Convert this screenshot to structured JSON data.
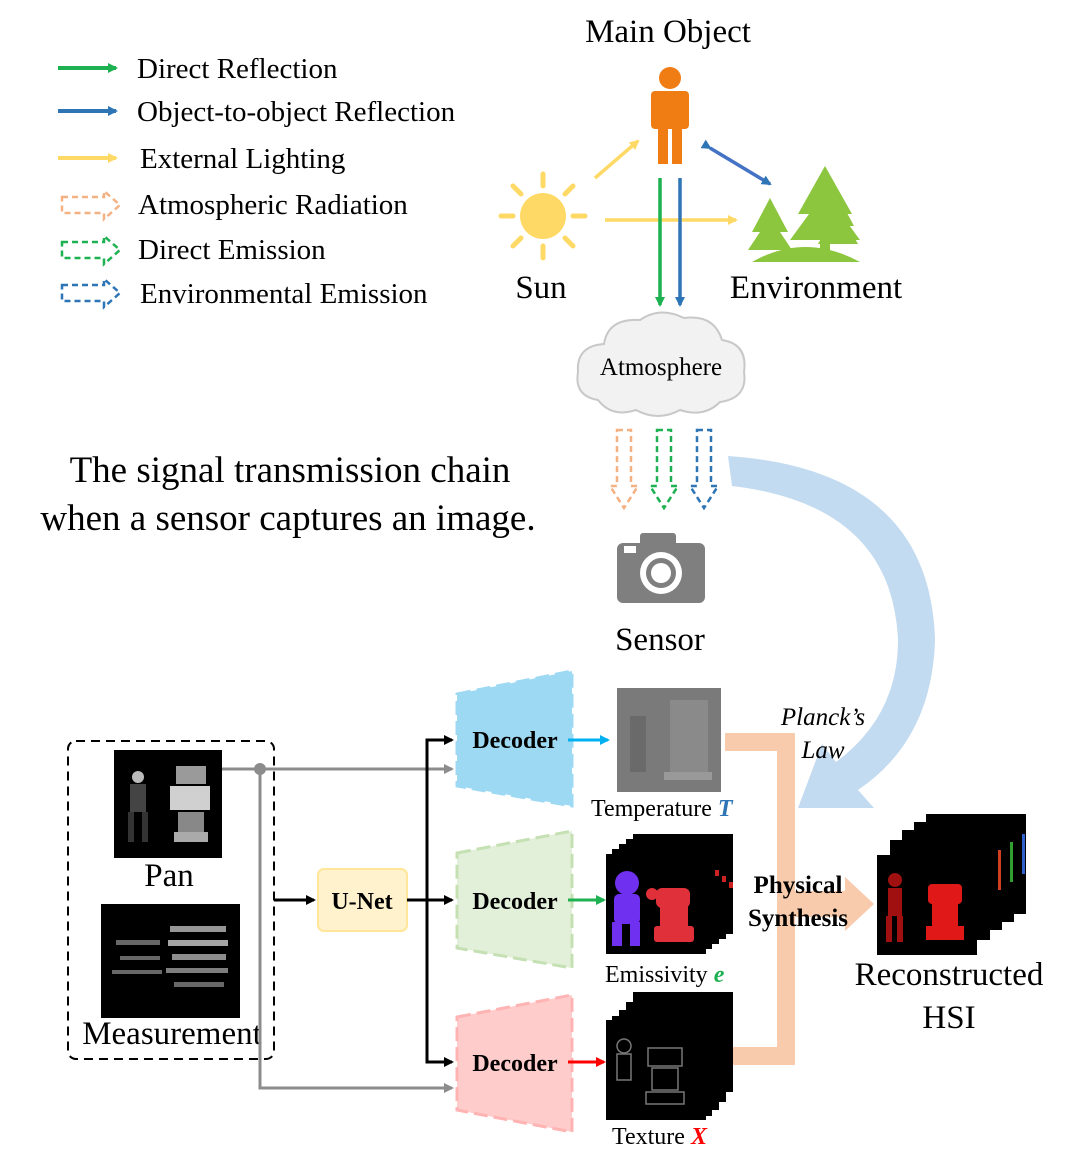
{
  "legend": [
    {
      "label": "Direct Reflection",
      "color": "#1db151",
      "style": "solid"
    },
    {
      "label": "Object-to-object Reflection",
      "color": "#2e75b6",
      "style": "solid"
    },
    {
      "label": "External Lighting",
      "color": "#ffd966",
      "style": "solid"
    },
    {
      "label": "Atmospheric Radiation",
      "color": "#f4b183",
      "style": "dashed-hollow"
    },
    {
      "label": "Direct Emission",
      "color": "#1db151",
      "style": "dashed-hollow"
    },
    {
      "label": "Environmental Emission",
      "color": "#2e75b6",
      "style": "dashed-hollow"
    }
  ],
  "scene": {
    "main_object": "Main Object",
    "sun": "Sun",
    "environment": "Environment",
    "atmosphere": "Atmosphere",
    "sensor": "Sensor"
  },
  "caption": {
    "line1": "The signal transmission chain",
    "line2": "when a sensor captures an image."
  },
  "network": {
    "pan": "Pan",
    "measurement": "Measurement",
    "unet": "U-Net",
    "decoders": [
      "Decoder",
      "Decoder",
      "Decoder"
    ],
    "temperature": {
      "label": "Temperature",
      "symbol": "T",
      "symbol_color": "#2e75b6"
    },
    "emissivity": {
      "label": "Emissivity",
      "symbol": "e",
      "symbol_color": "#1db151"
    },
    "texture": {
      "label": "Texture",
      "symbol": "X",
      "symbol_color": "#ff0000"
    },
    "plancks_law_line1": "Planck’s",
    "plancks_law_line2": "Law",
    "physical_synthesis_line1": "Physical",
    "physical_synthesis_line2": "Synthesis",
    "reconstructed_line1": "Reconstructed",
    "reconstructed_line2": "HSI"
  },
  "colors": {
    "decoder_blue": "#9dd9f3",
    "decoder_green": "#e2efd9",
    "decoder_red": "#ffcccc",
    "unet_fill": "#fff2cc",
    "synthesis_arrow": "#f8cbad",
    "curve_arrow": "#bdd7ee",
    "person": "#f07c14",
    "trees": "#8cc63f",
    "sun": "#ffd966",
    "planck_text": "#7f6000",
    "physical_text": "#0000ff"
  }
}
